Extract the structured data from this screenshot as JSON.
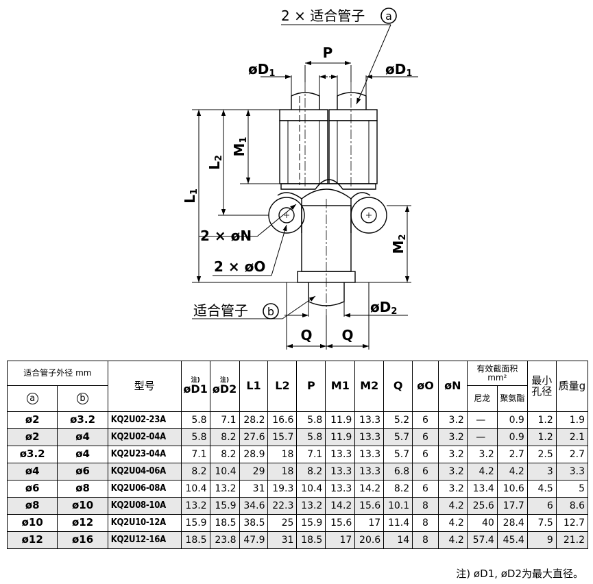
{
  "drawing": {
    "labels": {
      "fittings_a": "2 × 适合管子",
      "circ_a": "a",
      "P": "P",
      "D1": "øD",
      "D1_sub": "1",
      "M1": "M",
      "M1_sub": "1",
      "L2": "L",
      "L2_sub": "2",
      "L1": "L",
      "L1_sub": "1",
      "N": "2 × øN",
      "O": "2 × øO",
      "M2": "M",
      "M2_sub": "2",
      "D2": "øD",
      "D2_sub": "2",
      "fitting_b": "适合管子",
      "circ_b": "b",
      "Q": "Q"
    }
  },
  "table": {
    "header": {
      "tube_od": "适合管子外径 mm",
      "col_a": "a",
      "col_b": "b",
      "model": "型号",
      "note": "注)",
      "D1": "øD1",
      "D2": "øD2",
      "L1": "L1",
      "L2": "L2",
      "P": "P",
      "M1": "M1",
      "M2": "M2",
      "Q": "Q",
      "O": "øO",
      "N": "øN",
      "area": "有效截面积mm²",
      "nylon": "尼龙",
      "polyurethane": "聚氨酯",
      "min_bore": "最小孔径",
      "mass": "质量g"
    },
    "rows": [
      [
        "ø2",
        "ø3.2",
        "KQ2U02-23A",
        "5.8",
        "7.1",
        "28.2",
        "16.6",
        "5.8",
        "11.9",
        "13.3",
        "5.2",
        "6",
        "3.2",
        "—",
        "0.9",
        "1.2",
        "1.9"
      ],
      [
        "ø2",
        "ø4",
        "KQ2U02-04A",
        "5.8",
        "8.2",
        "27.6",
        "15.7",
        "5.8",
        "11.9",
        "13.3",
        "5.7",
        "6",
        "3.2",
        "—",
        "0.9",
        "1.2",
        "2.1"
      ],
      [
        "ø3.2",
        "ø4",
        "KQ2U23-04A",
        "7.1",
        "8.2",
        "28.9",
        "18",
        "7.1",
        "13.3",
        "13.3",
        "5.7",
        "6",
        "3.2",
        "3.2",
        "2.7",
        "2.5",
        "2.7"
      ],
      [
        "ø4",
        "ø6",
        "KQ2U04-06A",
        "8.2",
        "10.4",
        "29",
        "18",
        "8.2",
        "13.3",
        "13.3",
        "6.8",
        "6",
        "3.2",
        "4.2",
        "4.2",
        "3",
        "3.3"
      ],
      [
        "ø6",
        "ø8",
        "KQ2U06-08A",
        "10.4",
        "13.2",
        "31",
        "19.3",
        "10.4",
        "13.3",
        "14.2",
        "8.2",
        "6",
        "3.2",
        "13.4",
        "10.6",
        "4.5",
        "5"
      ],
      [
        "ø8",
        "ø10",
        "KQ2U08-10A",
        "13.2",
        "15.9",
        "34.6",
        "22.3",
        "13.2",
        "14.2",
        "15.6",
        "10.1",
        "8",
        "4.2",
        "25.6",
        "17.7",
        "6",
        "8.6"
      ],
      [
        "ø10",
        "ø12",
        "KQ2U10-12A",
        "15.9",
        "18.5",
        "38.5",
        "25",
        "15.9",
        "15.6",
        "17",
        "11.4",
        "8",
        "4.2",
        "40",
        "28.4",
        "7.5",
        "12.7"
      ],
      [
        "ø12",
        "ø16",
        "KQ2U12-16A",
        "18.5",
        "23.8",
        "47.9",
        "31",
        "18.5",
        "17",
        "20.6",
        "14",
        "8",
        "4.2",
        "57.4",
        "45.4",
        "9",
        "21.2"
      ]
    ]
  },
  "footnote": "注) øD1, øD2为最大直径。"
}
